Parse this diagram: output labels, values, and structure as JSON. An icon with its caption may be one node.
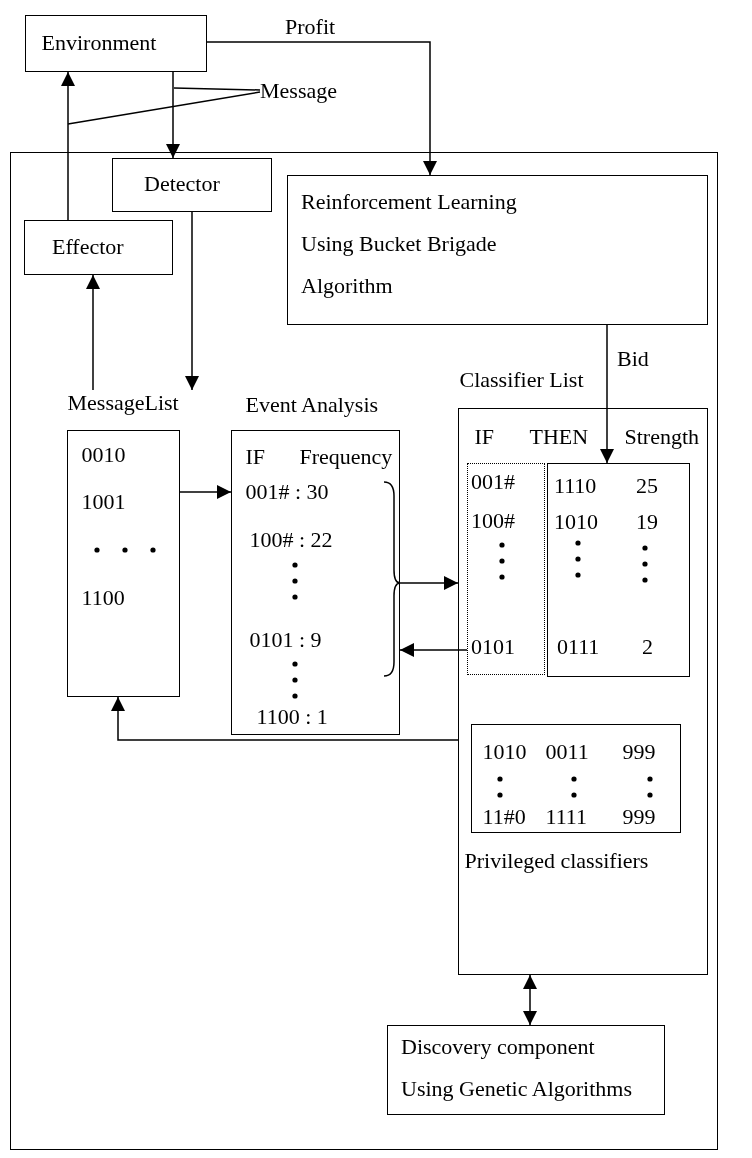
{
  "diagram": {
    "nodes": [
      {
        "text": [
          "Environment"
        ]
      },
      {
        "text": [
          "Message"
        ]
      },
      {
        "text": [],
        "shape": "box"
      },
      {
        "text": [
          "Detector"
        ],
        "in": 2
      },
      {
        "text": [
          "Reinforcement Learning Using Bucket Brigade Algorithm"
        ],
        "in": 2
      },
      {
        "text": [
          "Effector"
        ],
        "in": 2
      },
      {
        "text": [
          "MessageList",
          "0010",
          "1001",
          "1100"
        ],
        "in": 2
      },
      {
        "text": [
          "Event Analysis",
          "IF",
          "Frequency",
          "001# : 30",
          "100# : 22",
          "0101 : 9",
          "1100 : 1"
        ],
        "in": 2
      },
      {
        "text": [
          "Classifier List",
          "IF",
          "THEN",
          "Strength"
        ],
        "in": 2
      },
      {
        "text": [
          "001#",
          "100#",
          "0101"
        ],
        "in": 8
      },
      {
        "text": [
          "1110",
          "25",
          "1010",
          "19",
          "0111",
          "2"
        ],
        "in": 8
      },
      {
        "text": [
          "1010",
          "0011",
          "999",
          "11#0",
          "1111",
          "999",
          "Privileged classifiers"
        ],
        "in": 8
      },
      {
        "text": [
          "Discovery component Using Genetic Algorithms"
        ],
        "in": 2
      }
    ],
    "edges": [
      {
        "from": 0,
        "to": 4,
        "arrow": "to",
        "label": "Profit"
      },
      {
        "from": 0,
        "to": 3,
        "arrow": "to"
      },
      {
        "from": 5,
        "to": 0,
        "arrow": "to"
      },
      {
        "from": 1,
        "to": null,
        "arrow": "none"
      },
      {
        "from": 1,
        "to": null,
        "arrow": "none"
      },
      {
        "from": 3,
        "to": 6,
        "arrow": "to"
      },
      {
        "from": 6,
        "to": 5,
        "arrow": "to"
      },
      {
        "from": 4,
        "to": 10,
        "arrow": "to",
        "label": "Bid"
      },
      {
        "from": 6,
        "to": 7,
        "arrow": "to"
      },
      {
        "from": 7,
        "to": 8,
        "arrow": "to"
      },
      {
        "from": 9,
        "to": 7,
        "arrow": "to"
      },
      {
        "from": 8,
        "to": 6,
        "arrow": "to"
      },
      {
        "from": 8,
        "to": 12,
        "arrow": "both"
      }
    ]
  }
}
